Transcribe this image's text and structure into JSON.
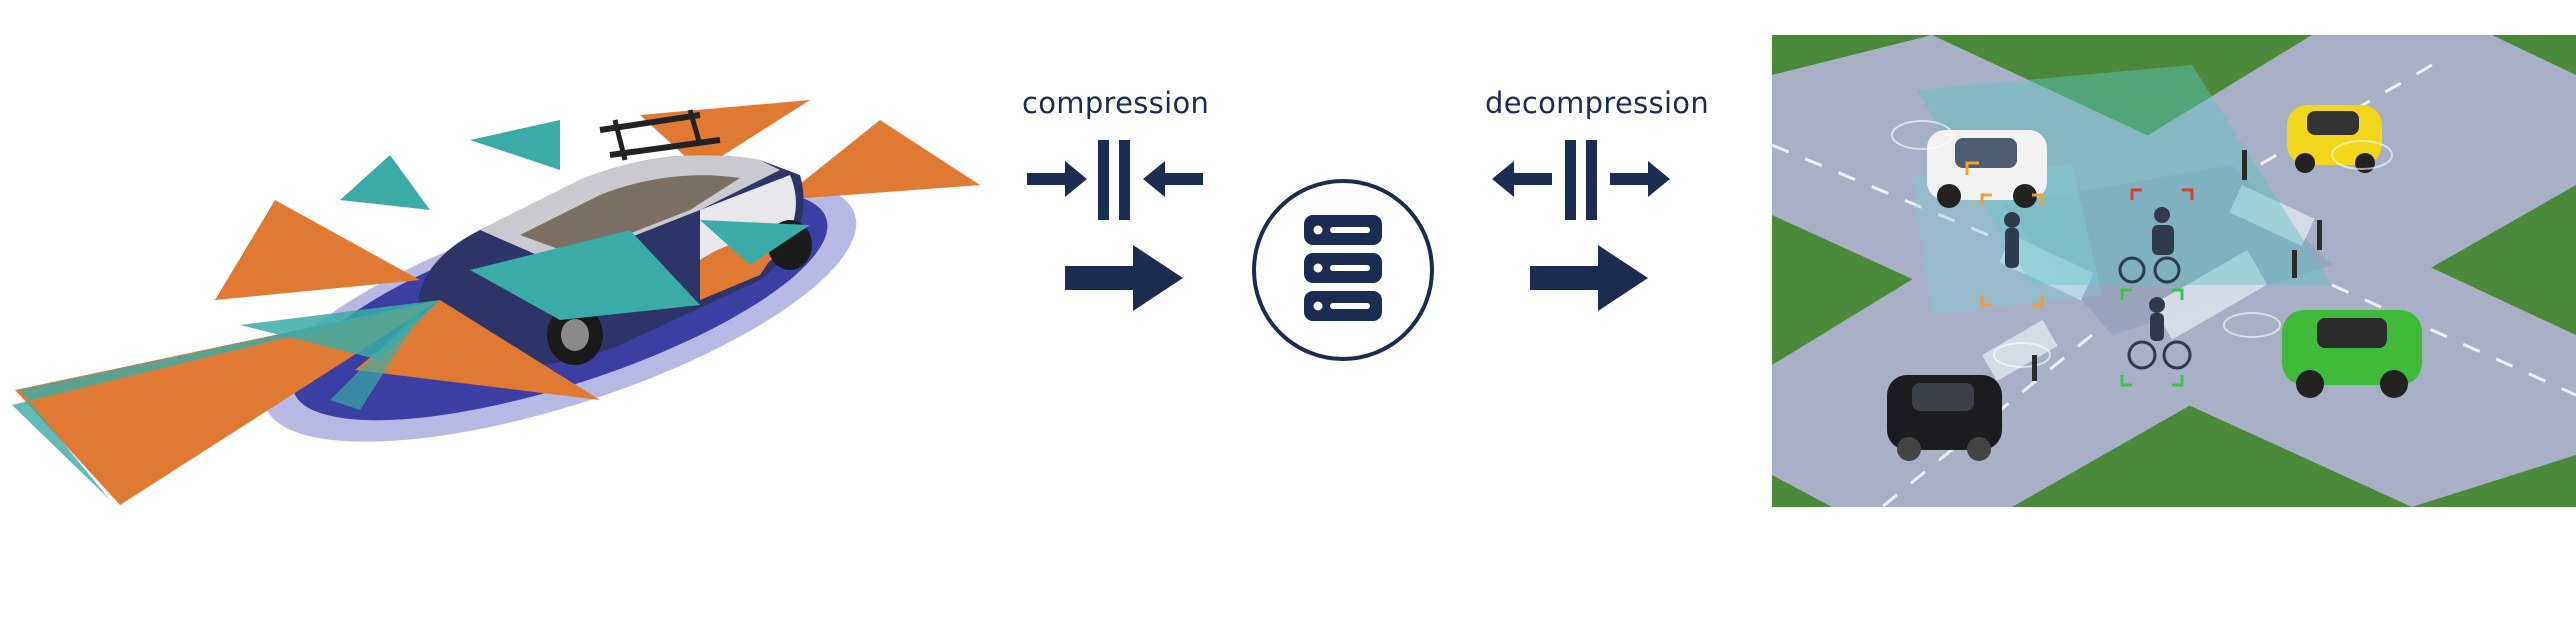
{
  "labels": {
    "compression": "compression",
    "decompression": "decompression"
  },
  "icons": {
    "vehicle": "car-with-sensor-fields-icon",
    "compress": "compress-arrows-icon",
    "decompress": "decompress-arrows-icon",
    "flow": "right-arrow-icon",
    "server": "server-stack-icon",
    "scene": "intersection-scene-illustration"
  },
  "colors": {
    "navy": "#1b2c52",
    "sensor_orange": "#e07a33",
    "sensor_teal": "#3aaba7",
    "ground_blue": "#3b3fa3",
    "grass": "#4a8a3a",
    "road": "#a7b0c4"
  }
}
